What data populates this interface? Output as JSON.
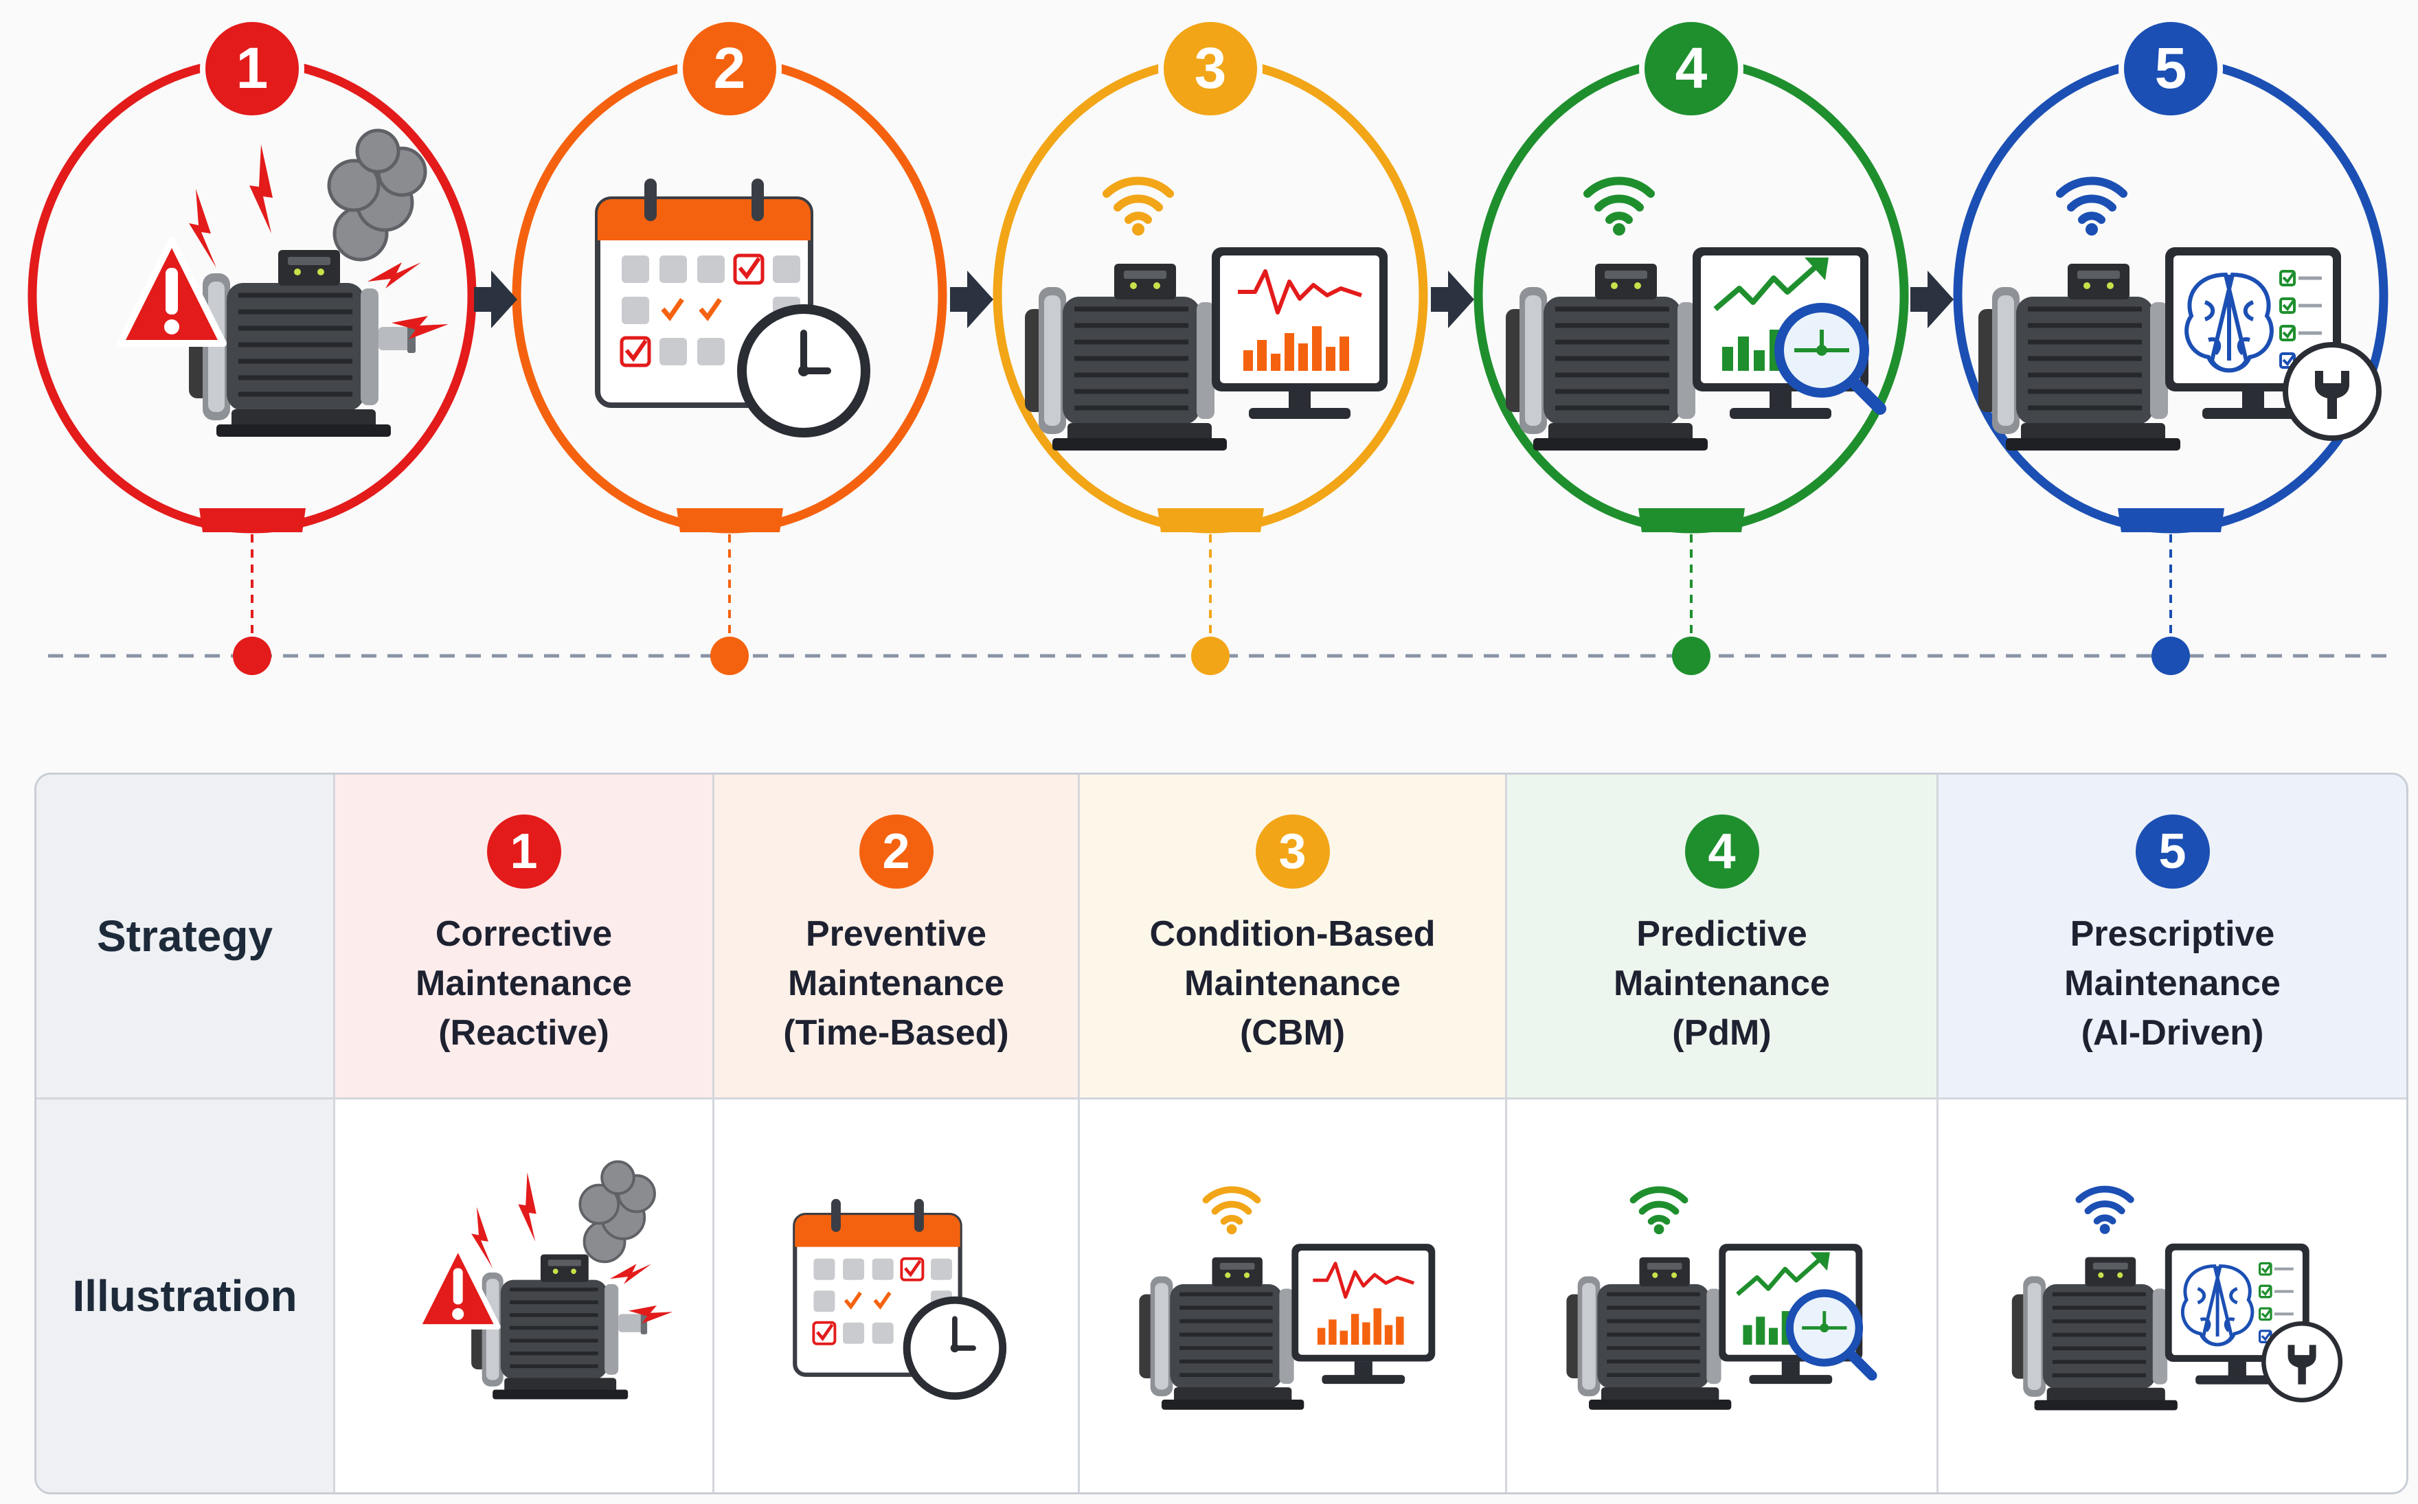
{
  "colors": {
    "s1": "#e31b1b",
    "s2": "#f5620f",
    "s3": "#f2a516",
    "s4": "#1f8f2e",
    "s5": "#1b4fb3",
    "timeline": "#8a94a6",
    "arrow": "#2b3340"
  },
  "stages": [
    {
      "number": "1",
      "color": "#e31b1b",
      "icon": "motor-failure-icon"
    },
    {
      "number": "2",
      "color": "#f5620f",
      "icon": "calendar-clock-icon"
    },
    {
      "number": "3",
      "color": "#f2a516",
      "icon": "motor-monitor-icon"
    },
    {
      "number": "4",
      "color": "#1f8f2e",
      "icon": "motor-trend-search-icon"
    },
    {
      "number": "5",
      "color": "#1b4fb3",
      "icon": "motor-ai-brain-icon"
    }
  ],
  "table": {
    "row_labels": {
      "strategy": "Strategy",
      "illustration": "Illustration"
    },
    "columns": [
      {
        "number": "1",
        "line1": "Corrective",
        "line2": "Maintenance",
        "line3": "(Reactive)",
        "color": "#e31b1b",
        "tint": "#fdecec"
      },
      {
        "number": "2",
        "line1": "Preventive",
        "line2": "Maintenance",
        "line3": "(Time-Based)",
        "color": "#f5620f",
        "tint": "#fdf0e8"
      },
      {
        "number": "3",
        "line1": "Condition-Based",
        "line2": "Maintenance",
        "line3": "(CBM)",
        "color": "#f2a516",
        "tint": "#fdf7ea"
      },
      {
        "number": "4",
        "line1": "Predictive",
        "line2": "Maintenance",
        "line3": "(PdM)",
        "color": "#1f8f2e",
        "tint": "#edf6ee"
      },
      {
        "number": "5",
        "line1": "Prescriptive",
        "line2": "Maintenance",
        "line3": "(AI-Driven)",
        "color": "#1b4fb3",
        "tint": "#ecf1fa"
      }
    ]
  }
}
